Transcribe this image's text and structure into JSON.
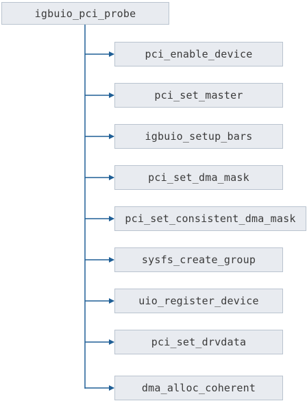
{
  "root": {
    "label": "igbuio_pci_probe"
  },
  "children": [
    {
      "label": "pci_enable_device"
    },
    {
      "label": "pci_set_master"
    },
    {
      "label": "igbuio_setup_bars"
    },
    {
      "label": "pci_set_dma_mask"
    },
    {
      "label": "pci_set_consistent_dma_mask"
    },
    {
      "label": "sysfs_create_group"
    },
    {
      "label": "uio_register_device"
    },
    {
      "label": "pci_set_drvdata"
    },
    {
      "label": "dma_alloc_coherent"
    }
  ],
  "colors": {
    "line": "#1f5f96",
    "node_fill": "#e8ebf0",
    "node_border": "#b9c3cf",
    "text": "#3a3a3a"
  }
}
